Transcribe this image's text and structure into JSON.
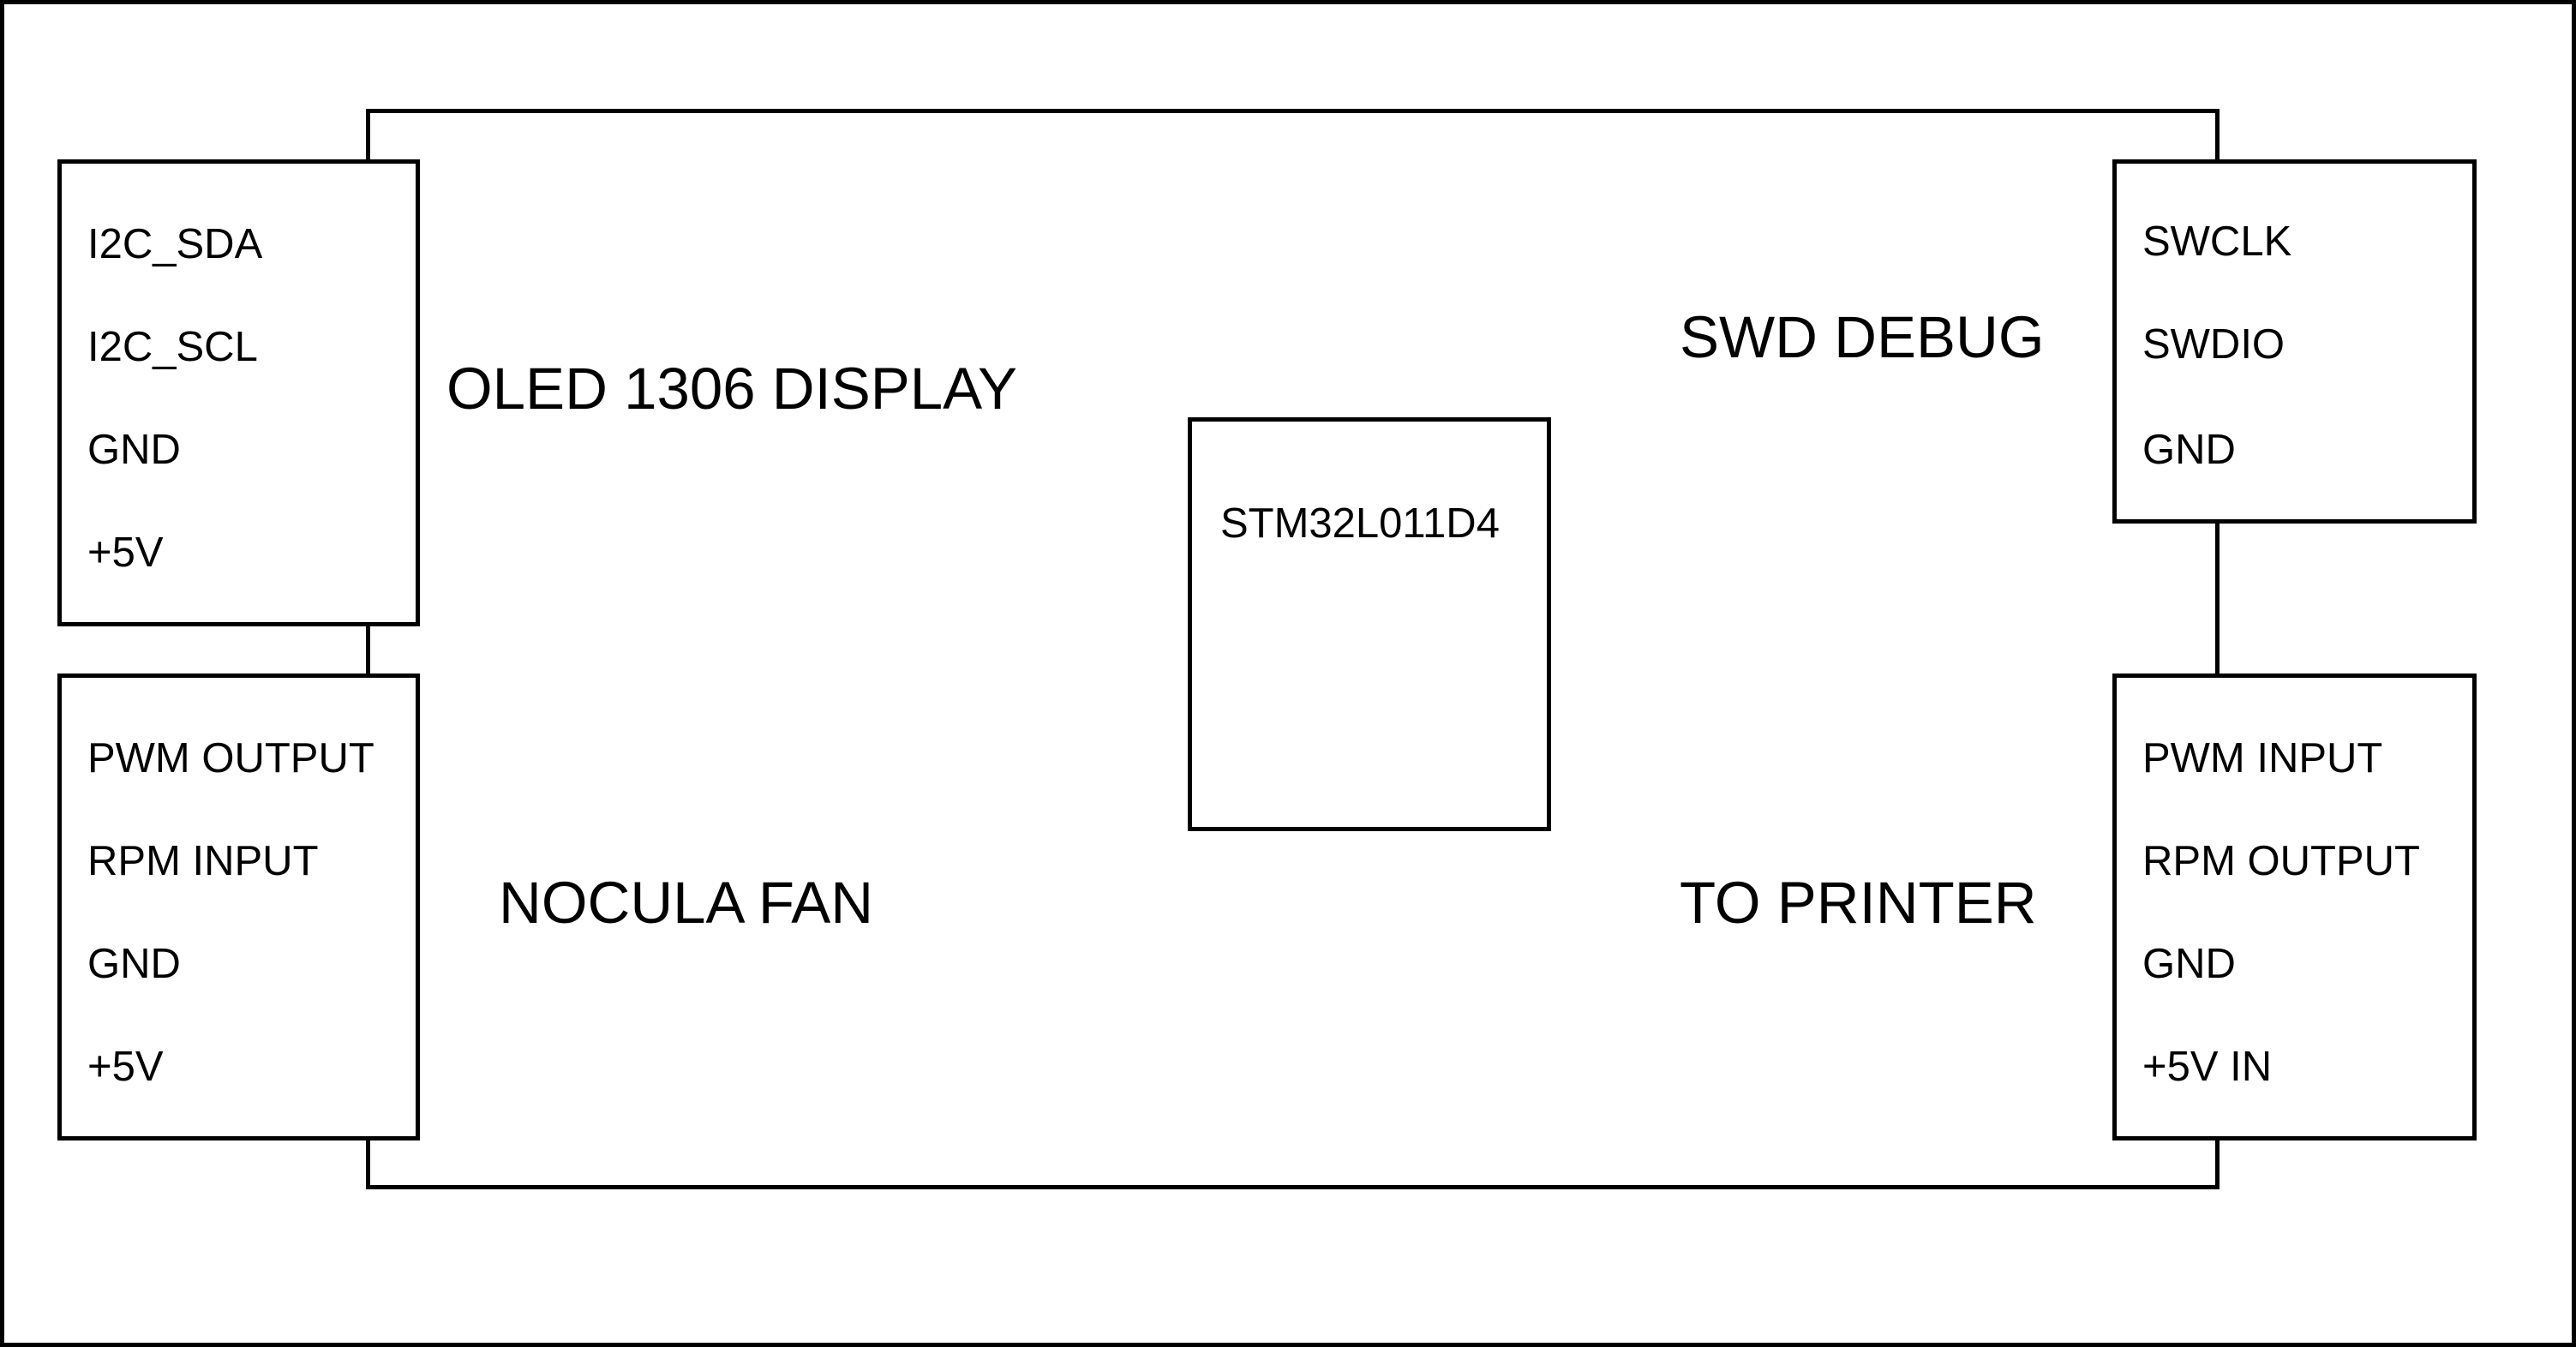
{
  "oled_connector": {
    "title": "OLED 1306 DISPLAY",
    "pins": [
      "I2C_SDA",
      "I2C_SCL",
      "GND",
      "+5V"
    ]
  },
  "fan_connector": {
    "title": "NOCULA FAN",
    "pins": [
      "PWM OUTPUT",
      "RPM INPUT",
      "GND",
      "+5V"
    ]
  },
  "swd_connector": {
    "title": "SWD DEBUG",
    "pins": [
      "SWCLK",
      "SWDIO",
      "GND"
    ]
  },
  "printer_connector": {
    "title": "TO PRINTER",
    "pins": [
      "PWM INPUT",
      "RPM OUTPUT",
      "GND",
      "+5V IN"
    ]
  },
  "mcu": {
    "label": "STM32L011D4"
  }
}
